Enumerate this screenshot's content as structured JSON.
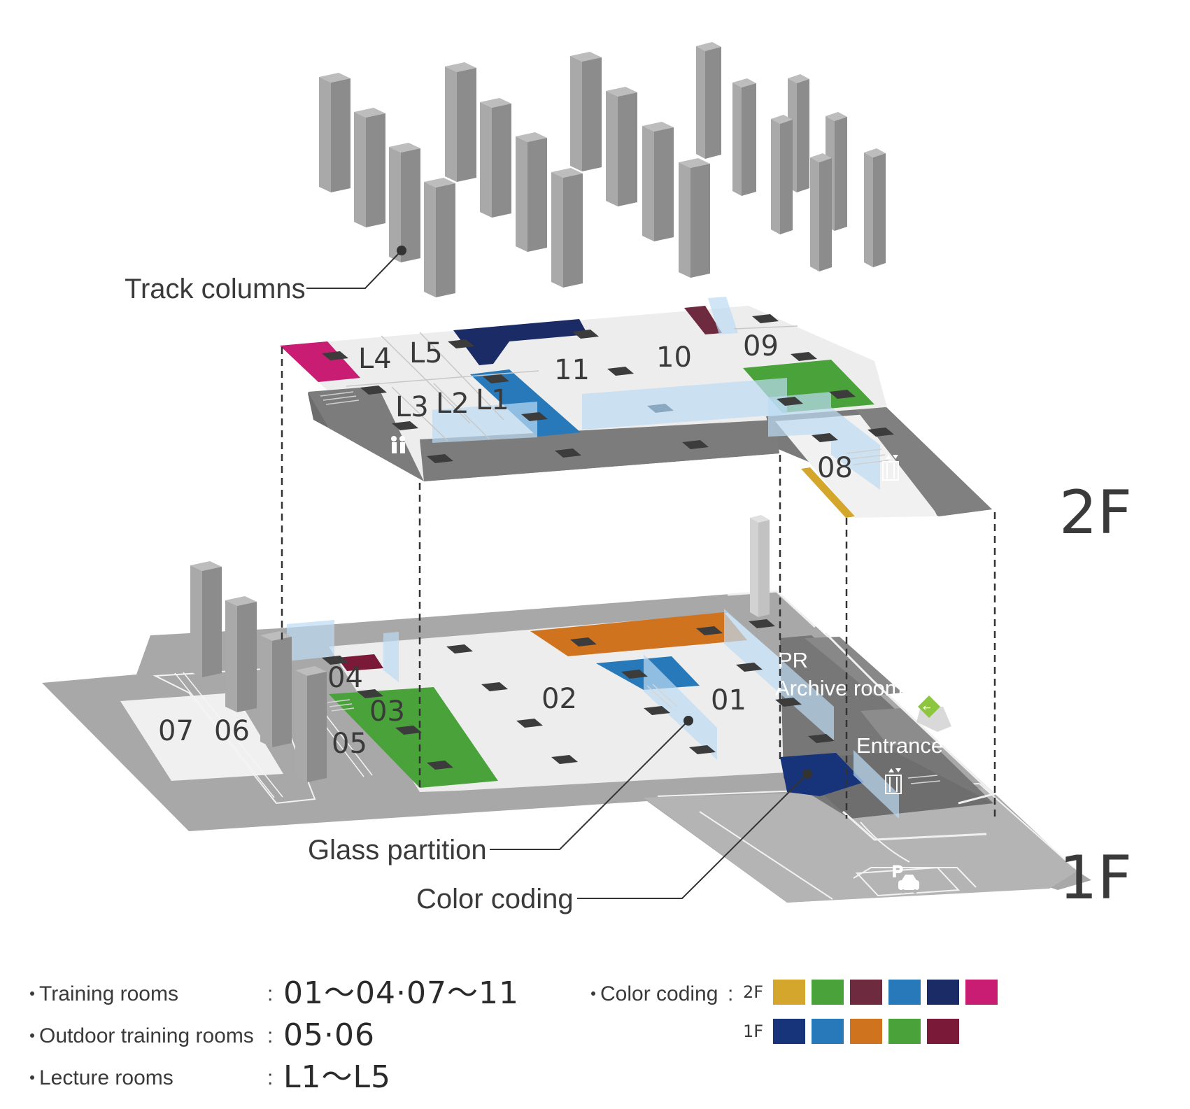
{
  "rooms_2f": {
    "r11": "11",
    "r10": "10",
    "r09": "09",
    "r08": "08",
    "l1": "L1",
    "l2": "L2",
    "l3": "L3",
    "l4": "L4",
    "l5": "L5"
  },
  "rooms_1f": {
    "r01": "01",
    "r02": "02",
    "r03": "03",
    "r04": "04",
    "r05": "05",
    "r06": "06",
    "r07": "07",
    "pr": "PR",
    "archive": "Archive room",
    "entrance": "Entrance"
  },
  "floors": {
    "upper": "2F",
    "lower": "1F"
  },
  "callouts": {
    "track_columns": "Track columns",
    "glass_partition": "Glass partition",
    "color_coding": "Color coding"
  },
  "legend": {
    "training_label": "Training rooms",
    "training_value": "01～04·07～11",
    "outdoor_label": "Outdoor training rooms",
    "outdoor_value": "05·06",
    "lecture_label": "Lecture rooms",
    "lecture_value": "L1～L5",
    "color_label": "Color coding",
    "row_2f": "2F",
    "row_1f": "1F",
    "colors_2f": [
      "#d4a72c",
      "#4aa23a",
      "#6e2a3e",
      "#2779b9",
      "#1b2b65",
      "#c81d73"
    ],
    "colors_1f": [
      "#17347a",
      "#2779b9",
      "#d0731f",
      "#4aa23a",
      "#7b1a38"
    ]
  }
}
